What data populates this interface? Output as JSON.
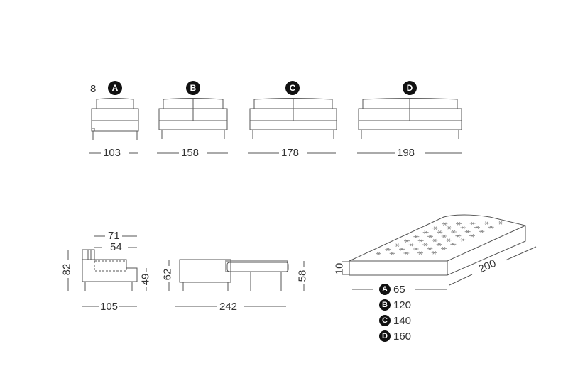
{
  "front_views": [
    {
      "badge": "A",
      "width_label": "103"
    },
    {
      "badge": "B",
      "width_label": "158"
    },
    {
      "badge": "C",
      "width_label": "178"
    },
    {
      "badge": "D",
      "width_label": "198"
    }
  ],
  "arm_label": "8",
  "side_view": {
    "depth_outer": "71",
    "depth_inner": "54",
    "height": "82",
    "seat_height": "49",
    "depth_total": "105"
  },
  "bed_view": {
    "height": "62",
    "bed_height": "58",
    "length": "242"
  },
  "mattress": {
    "thickness": "10",
    "length": "200",
    "widths": [
      {
        "badge": "A",
        "value": "65"
      },
      {
        "badge": "B",
        "value": "120"
      },
      {
        "badge": "C",
        "value": "140"
      },
      {
        "badge": "D",
        "value": "160"
      }
    ]
  }
}
